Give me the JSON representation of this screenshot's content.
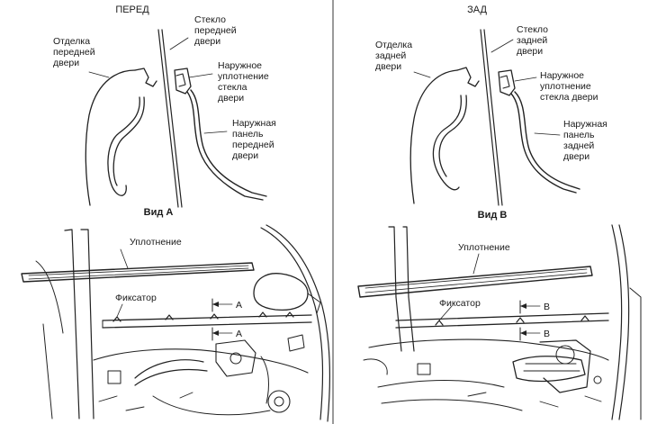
{
  "front": {
    "header": "ПЕРЕД",
    "trim": [
      "Отделка",
      "передней",
      "двери"
    ],
    "glass": [
      "Стекло",
      "передней",
      "двери"
    ],
    "seal": [
      "Наружное",
      "уплотнение",
      "стекла",
      "двери"
    ],
    "panel": [
      "Наружная",
      "панель",
      "передней",
      "двери"
    ],
    "view_title": "Вид А",
    "strip_label": "Уплотнение",
    "clip_label": "Фиксатор",
    "section_marker": "A"
  },
  "rear": {
    "header": "ЗАД",
    "trim": [
      "Отделка",
      "задней",
      "двери"
    ],
    "glass": [
      "Стекло",
      "задней",
      "двери"
    ],
    "seal": [
      "Наружное",
      "уплотнение",
      "стекла двери"
    ],
    "panel": [
      "Наружная",
      "панель",
      "задней",
      "двери"
    ],
    "view_title": "Вид В",
    "strip_label": "Уплотнение",
    "clip_label": "Фиксатор",
    "section_marker": "B"
  }
}
